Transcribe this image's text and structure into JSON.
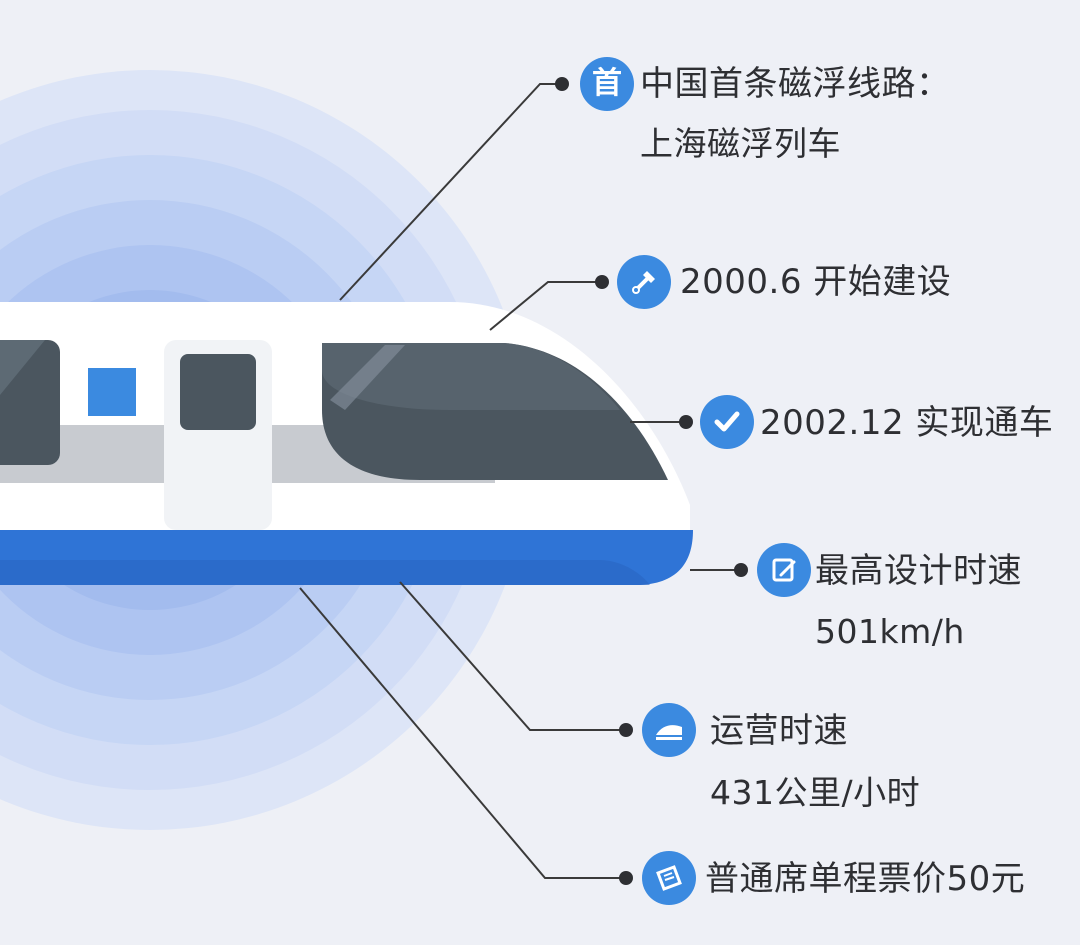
{
  "colors": {
    "background": "#eef0f6",
    "accent_blue": "#3b8ae0",
    "train_blue": "#2f74d6",
    "window_dark": "#4b565f",
    "line_gray": "#3a3a3a"
  },
  "callouts": [
    {
      "icon": "first-character-icon",
      "icon_char": "首",
      "line1": "中国首条磁浮线路：",
      "line2": "上海磁浮列车"
    },
    {
      "icon": "tools-icon",
      "line1": "2000.6 开始建设"
    },
    {
      "icon": "checkmark-icon",
      "line1": "2002.12 实现通车"
    },
    {
      "icon": "edit-icon",
      "line1": "最高设计时速",
      "line2": "501km/h"
    },
    {
      "icon": "train-icon",
      "line1": "运营时速",
      "line2": "431公里/小时"
    },
    {
      "icon": "ticket-icon",
      "line1": "普通席单程票价50元"
    }
  ]
}
